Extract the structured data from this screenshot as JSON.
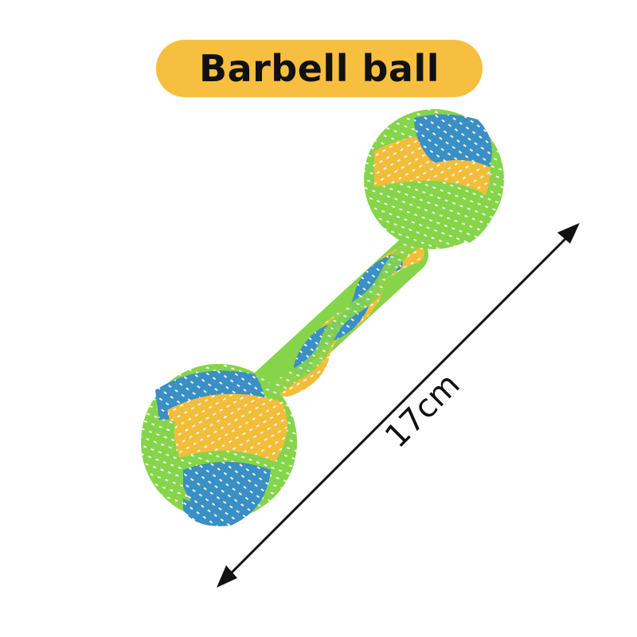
{
  "title": "Barbell ball",
  "dimension": {
    "label": "17cm"
  },
  "colors": {
    "title_background": "#f7bf3f",
    "rope_blue": "#3a8fc4",
    "rope_yellow": "#f2bd3a",
    "rope_green": "#86d44a",
    "stitch_white": "#ffffff",
    "dimension_line": "#111111"
  },
  "product": {
    "name": "rope-barbell-toy"
  }
}
